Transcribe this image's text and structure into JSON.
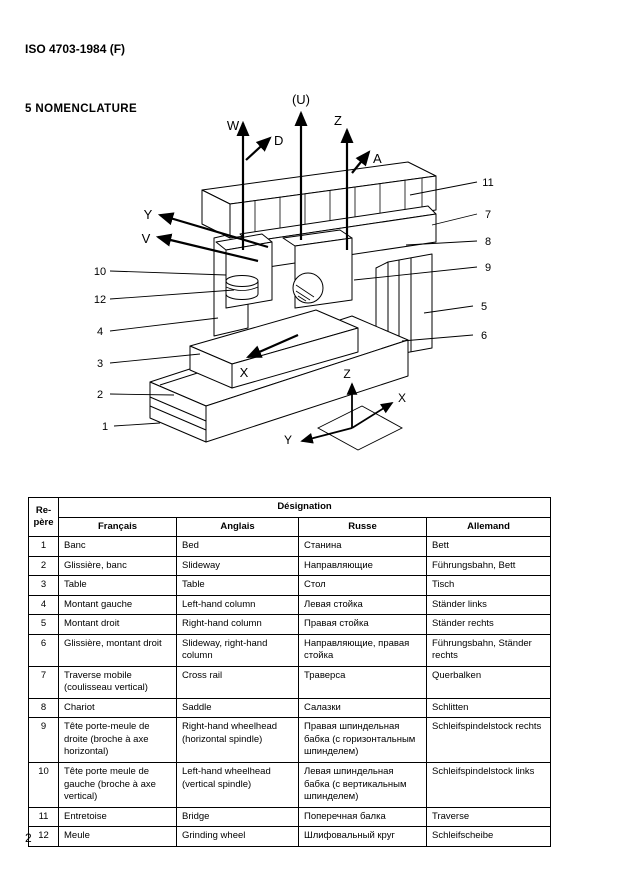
{
  "page": {
    "doc_reference": "ISO 4703-1984 (F)",
    "section_title": "5  NOMENCLATURE",
    "page_number": "2"
  },
  "diagram": {
    "axes": {
      "w": "W",
      "d": "D",
      "u": "(U)",
      "z": "Z",
      "a": "A",
      "y": "Y",
      "v": "V",
      "x": "X"
    },
    "triad": {
      "z": "Z",
      "x": "X",
      "y": "Y"
    },
    "parts": {
      "n1": "1",
      "n2": "2",
      "n3": "3",
      "n4": "4",
      "n5": "5",
      "n6": "6",
      "n7": "7",
      "n8": "8",
      "n9": "9",
      "n10": "10",
      "n11": "11",
      "n12": "12"
    }
  },
  "table": {
    "repere_header": "Re-père",
    "designation_header": "Désignation",
    "languages": [
      "Français",
      "Anglais",
      "Russe",
      "Allemand"
    ],
    "rows": [
      {
        "no": "1",
        "fr": "Banc",
        "en": "Bed",
        "ru": "Станина",
        "de": "Bett"
      },
      {
        "no": "2",
        "fr": "Glissière, banc",
        "en": "Slideway",
        "ru": "Направляющие",
        "de": "Führungsbahn, Bett"
      },
      {
        "no": "3",
        "fr": "Table",
        "en": "Table",
        "ru": "Стол",
        "de": "Tisch"
      },
      {
        "no": "4",
        "fr": "Montant gauche",
        "en": "Left-hand column",
        "ru": "Левая стойка",
        "de": "Ständer links"
      },
      {
        "no": "5",
        "fr": "Montant droit",
        "en": "Right-hand column",
        "ru": "Правая стойка",
        "de": "Ständer rechts"
      },
      {
        "no": "6",
        "fr": "Glissière, montant droit",
        "en": "Slideway, right-hand column",
        "ru": "Направляющие, правая стойка",
        "de": "Führungsbahn, Ständer rechts"
      },
      {
        "no": "7",
        "fr": "Traverse mobile (coulisseau vertical)",
        "en": "Cross rail",
        "ru": "Траверса",
        "de": "Querbalken"
      },
      {
        "no": "8",
        "fr": "Chariot",
        "en": "Saddle",
        "ru": "Салазки",
        "de": "Schlitten"
      },
      {
        "no": "9",
        "fr": "Tête porte-meule de droite (broche à axe horizontal)",
        "en": "Right-hand wheelhead (horizontal spindle)",
        "ru": "Правая шпиндельная бабка (с горизонтальным шпинделем)",
        "de": "Schleifspindelstock rechts"
      },
      {
        "no": "10",
        "fr": "Tête porte meule de gauche (broche à axe vertical)",
        "en": "Left-hand wheelhead (vertical spindle)",
        "ru": "Левая шпиндельная бабка (с вертикальным шпинделем)",
        "de": "Schleifspindelstock links"
      },
      {
        "no": "11",
        "fr": "Entretoise",
        "en": "Bridge",
        "ru": "Поперечная балка",
        "de": "Traverse"
      },
      {
        "no": "12",
        "fr": "Meule",
        "en": "Grinding wheel",
        "ru": "Шлифовальный круг",
        "de": "Schleifscheibe"
      }
    ]
  }
}
